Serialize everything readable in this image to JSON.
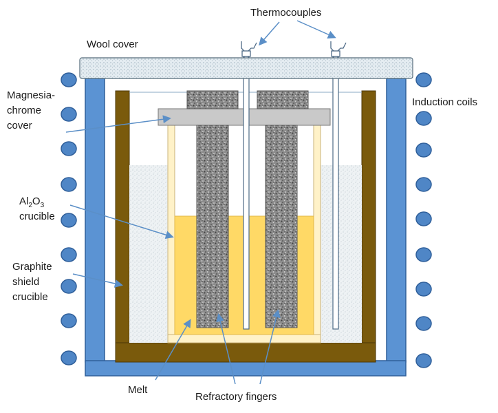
{
  "labels": {
    "thermocouples": "Thermocouples",
    "wool_cover": "Wool cover",
    "magnesia_line1": "Magnesia-",
    "magnesia_line2": "chrome",
    "magnesia_line3": "cover",
    "induction_coils": "Induction coils",
    "al2o3_al": "Al",
    "al2o3_sub2": "2",
    "al2o3_o": "O",
    "al2o3_sub3": "3",
    "al2o3_line2": "crucible",
    "graphite_line1": "Graphite",
    "graphite_line2": "shield",
    "graphite_line3": "crucible",
    "melt": "Melt",
    "refractory_fingers": "Refractory fingers"
  },
  "colors": {
    "coil": "#4f86c6",
    "coil_stroke": "#2f5f9a",
    "outer_wall": "#5b93d3",
    "graphite": "#7a5a0c",
    "melt": "#ffd966",
    "crucible_wall": "#fff2c8",
    "wool": "#dde8ef",
    "magnesia": "#c9c9c9",
    "refractory": "#8c8c8c",
    "arrow": "#5b8fc7"
  }
}
